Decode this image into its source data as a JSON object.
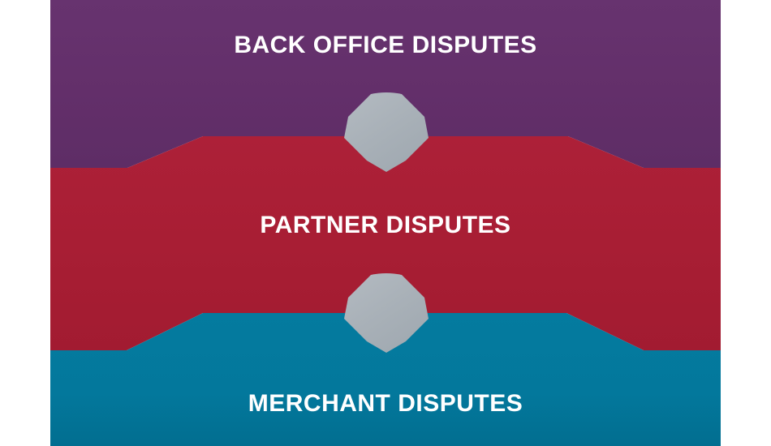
{
  "diagram": {
    "type": "layered-banner-hierarchy",
    "bands": [
      {
        "id": "back-office",
        "label": "BACK OFFICE DISPUTES",
        "color": "#63306B",
        "level": 1,
        "text_color": "#FFFFFF"
      },
      {
        "id": "partner",
        "label": "PARTNER DISPUTES",
        "color": "#A81E34",
        "level": 2,
        "text_color": "#FFFFFF"
      },
      {
        "id": "merchant",
        "label": "MERCHANT DISPUTES",
        "color": "#03789C",
        "level": 3,
        "text_color": "#FFFFFF"
      }
    ],
    "connectors": [
      {
        "id": "connector-top",
        "shape": "hexagon",
        "color": "#A9B1B8",
        "between": [
          "back-office",
          "partner"
        ]
      },
      {
        "id": "connector-bottom",
        "shape": "hexagon",
        "color": "#A9B1B8",
        "between": [
          "partner",
          "merchant"
        ]
      }
    ],
    "background_color": "#FFFFFF"
  }
}
